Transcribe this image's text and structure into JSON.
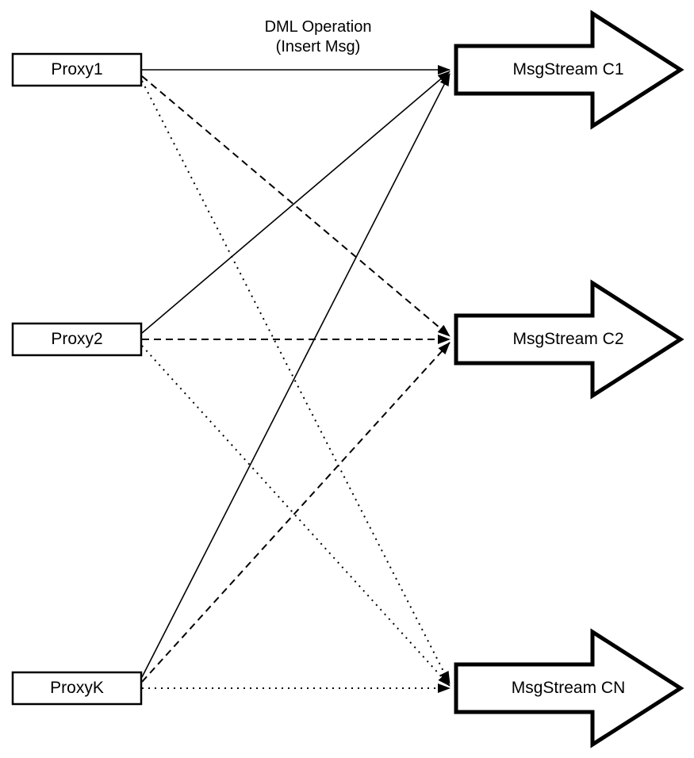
{
  "diagram": {
    "caption": {
      "line1": "DML Operation",
      "line2": "(Insert Msg)"
    },
    "proxies": [
      {
        "id": "proxy1",
        "label": "Proxy1"
      },
      {
        "id": "proxy2",
        "label": "Proxy2"
      },
      {
        "id": "proxyk",
        "label": "ProxyK"
      }
    ],
    "streams": [
      {
        "id": "c1",
        "label": "MsgStream C1"
      },
      {
        "id": "c2",
        "label": "MsgStream C2"
      },
      {
        "id": "cn",
        "label": "MsgStream CN"
      }
    ],
    "edges": [
      {
        "from": "Proxy1",
        "to": "MsgStream C1",
        "style": "solid"
      },
      {
        "from": "Proxy1",
        "to": "MsgStream C2",
        "style": "dashed"
      },
      {
        "from": "Proxy1",
        "to": "MsgStream CN",
        "style": "dotted"
      },
      {
        "from": "Proxy2",
        "to": "MsgStream C1",
        "style": "solid"
      },
      {
        "from": "Proxy2",
        "to": "MsgStream C2",
        "style": "dashed"
      },
      {
        "from": "Proxy2",
        "to": "MsgStream CN",
        "style": "dotted"
      },
      {
        "from": "ProxyK",
        "to": "MsgStream C1",
        "style": "solid"
      },
      {
        "from": "ProxyK",
        "to": "MsgStream C2",
        "style": "dashed"
      },
      {
        "from": "ProxyK",
        "to": "MsgStream CN",
        "style": "dotted"
      }
    ],
    "colors": {
      "line": "#000000",
      "fill": "#ffffff",
      "background": "#ffffff"
    }
  }
}
